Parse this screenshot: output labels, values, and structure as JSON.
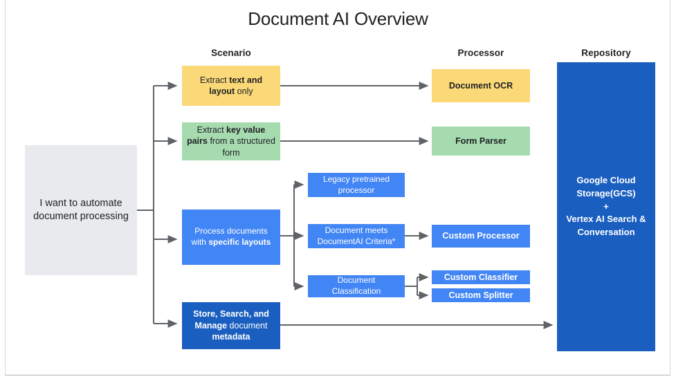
{
  "title": "Document AI Overview",
  "columns": {
    "scenario": "Scenario",
    "processor": "Processor",
    "repository": "Repository"
  },
  "entry": {
    "label": "I want to automate document processing",
    "color": "#e8eaed"
  },
  "scenarios": [
    {
      "id": "extract-text-layout",
      "text_plain": "Extract text and layout only",
      "text_html": "Extract <b>text and layout</b> only",
      "color": "#fbd979"
    },
    {
      "id": "extract-key-value-pairs",
      "text_plain": "Extract key value pairs from a structured form",
      "text_html": "Extract <b>key value pairs</b> from a structured form",
      "color": "#a6dbb0"
    },
    {
      "id": "process-specific-layouts",
      "text_plain": "Process documents with specific layouts",
      "text_html": "Process documents with <b>specific layouts</b>",
      "color": "#4285f4"
    },
    {
      "id": "store-search-manage",
      "text_plain": "Store, Search, and Manage document metadata",
      "text_html": "<b>Store, Search, and Manage</b> document <b>metadata</b>",
      "color": "#1a5fc0"
    }
  ],
  "middle": [
    {
      "id": "legacy-pretrained-processor",
      "text_plain": "Legacy pretrained processor",
      "color": "#4285f4"
    },
    {
      "id": "document-meets-criteria",
      "text_plain": "Document meets DocumentAI Criteria*",
      "color": "#4285f4"
    },
    {
      "id": "document-classification",
      "text_plain": "Document Classification",
      "color": "#4285f4"
    }
  ],
  "processors": [
    {
      "id": "document-ocr",
      "label": "Document OCR",
      "color": "#fbd979"
    },
    {
      "id": "form-parser",
      "label": "Form Parser",
      "color": "#a6dbb0"
    },
    {
      "id": "custom-processor",
      "label": "Custom Processor",
      "color": "#4285f4"
    },
    {
      "id": "custom-classifier",
      "label": "Custom Classifier",
      "color": "#4285f4"
    },
    {
      "id": "custom-splitter",
      "label": "Custom Splitter",
      "color": "#4285f4"
    }
  ],
  "repository": {
    "id": "gcs-vertex-repository",
    "line1": "Google Cloud Storage(GCS)",
    "line2": "+",
    "line3": "Vertex AI Search & Conversation",
    "color": "#1a5fc0"
  },
  "colors": {
    "arrow": "#5f6368",
    "frame_border": "#d9d9d9",
    "text_dark": "#202124",
    "background": "#ffffff"
  }
}
